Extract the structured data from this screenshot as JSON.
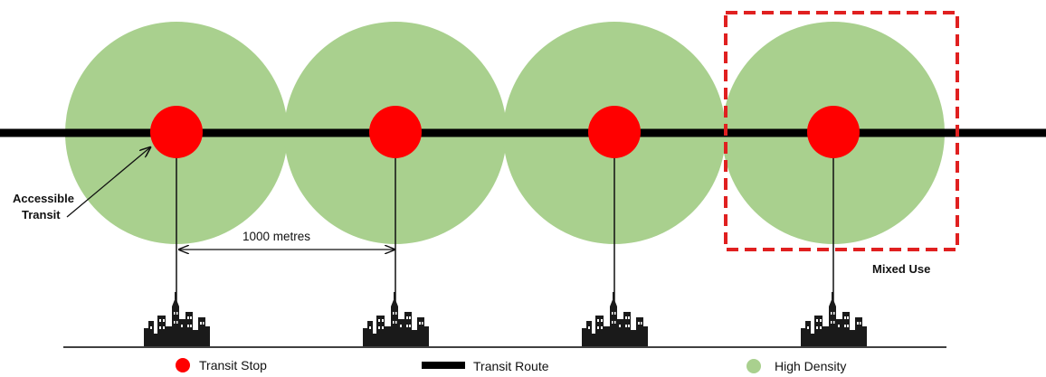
{
  "colors": {
    "density_zone": "#a9d08e",
    "transit_stop": "#ff0000",
    "route": "#000000",
    "mixed_use_box": "#e02020"
  },
  "stop_count": 4,
  "icons": {
    "skyline": "city-skyline-icon"
  },
  "annotations": {
    "accessible_transit": [
      "Accessible",
      "Transit"
    ],
    "distance": "1000 metres",
    "mixed_use": "Mixed Use"
  },
  "legend": {
    "transit_stop": "Transit Stop",
    "transit_route": "Transit Route",
    "high_density": "High Density"
  }
}
